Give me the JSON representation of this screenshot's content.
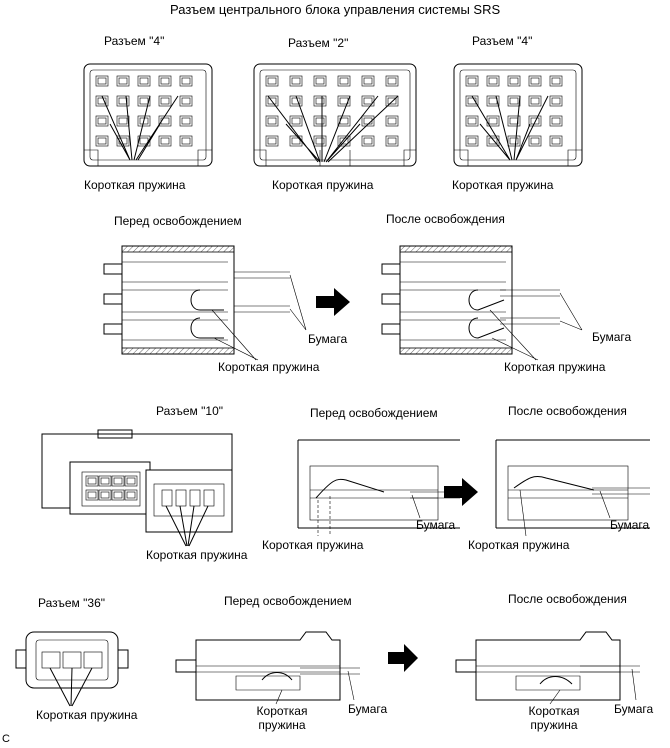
{
  "title": "Разъем центрального блока управления системы SRS",
  "row1": {
    "connector_a": "Разъем \"4\"",
    "connector_b": "Разъем \"2\"",
    "connector_c": "Разъем \"4\"",
    "spring_a": "Короткая пружина",
    "spring_b": "Короткая пружина",
    "spring_c": "Короткая пружина"
  },
  "row2": {
    "before": "Перед освобождением",
    "after": "После освобождения",
    "paper_before": "Бумага",
    "paper_after": "Бумага",
    "spring_before": "Короткая пружина",
    "spring_after": "Короткая пружина"
  },
  "row3": {
    "connector": "Разъем \"10\"",
    "spring_connector": "Короткая пружина",
    "before": "Перед освобождением",
    "after": "После освобождения",
    "paper_before": "Бумага",
    "paper_after": "Бумага",
    "spring_before": "Короткая пружина",
    "spring_after": "Короткая пружина"
  },
  "row4": {
    "connector": "Разъем \"36\"",
    "spring_connector": "Короткая пружина",
    "before": "Перед освобождением",
    "after": "После освобождения",
    "spring_before": "Короткая пружина",
    "spring_after": "Короткая пружина",
    "paper_before": "Бумага",
    "paper_after": "Бумага"
  },
  "corner_mark": "C"
}
